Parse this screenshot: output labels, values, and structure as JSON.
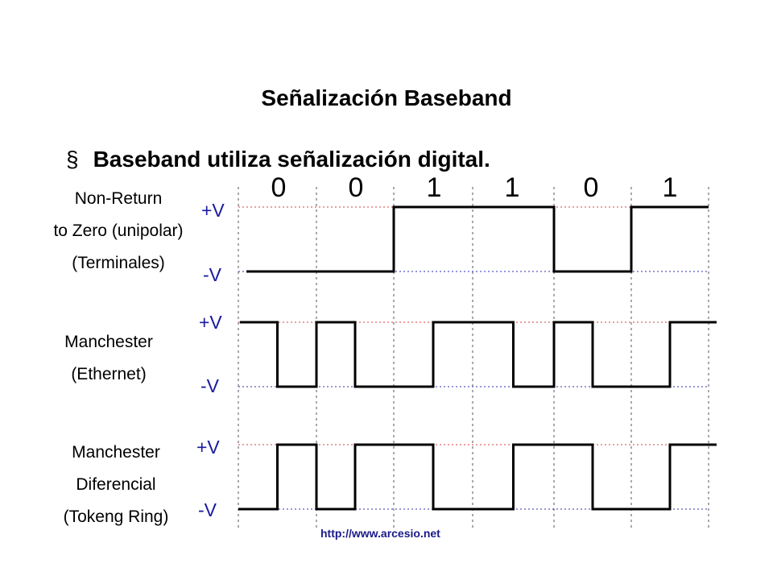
{
  "title": "Señalización Baseband",
  "bullet": {
    "symbol": "§",
    "text": "Baseband utiliza señalización digital."
  },
  "bits": [
    "0",
    "0",
    "1",
    "1",
    "0",
    "1"
  ],
  "signals": [
    {
      "name_lines": [
        "Non-Return",
        "to Zero (unipolar)",
        "(Terminales)"
      ],
      "high_label": "+V",
      "low_label": "-V",
      "levels": [
        0,
        0,
        1,
        1,
        0,
        1
      ]
    },
    {
      "name_lines": [
        "Manchester",
        "(Ethernet)"
      ],
      "high_label": "+V",
      "low_label": "-V",
      "levels": [
        1,
        0,
        1,
        0,
        0,
        1,
        1,
        0,
        1,
        0,
        0,
        1
      ]
    },
    {
      "name_lines": [
        "Manchester",
        "Diferencial",
        "(Tokeng Ring)"
      ],
      "high_label": "+V",
      "low_label": "-V",
      "levels": [
        0,
        1,
        0,
        1,
        1,
        0,
        0,
        1,
        1,
        0,
        0,
        1
      ]
    }
  ],
  "colors": {
    "high_ref_line": "#d04040",
    "low_ref_line": "#3030b0",
    "grid_line": "#555555",
    "signal": "#000000",
    "voltage_label": "#1a1aa0"
  },
  "footer_url": "http://www.arcesio.net"
}
